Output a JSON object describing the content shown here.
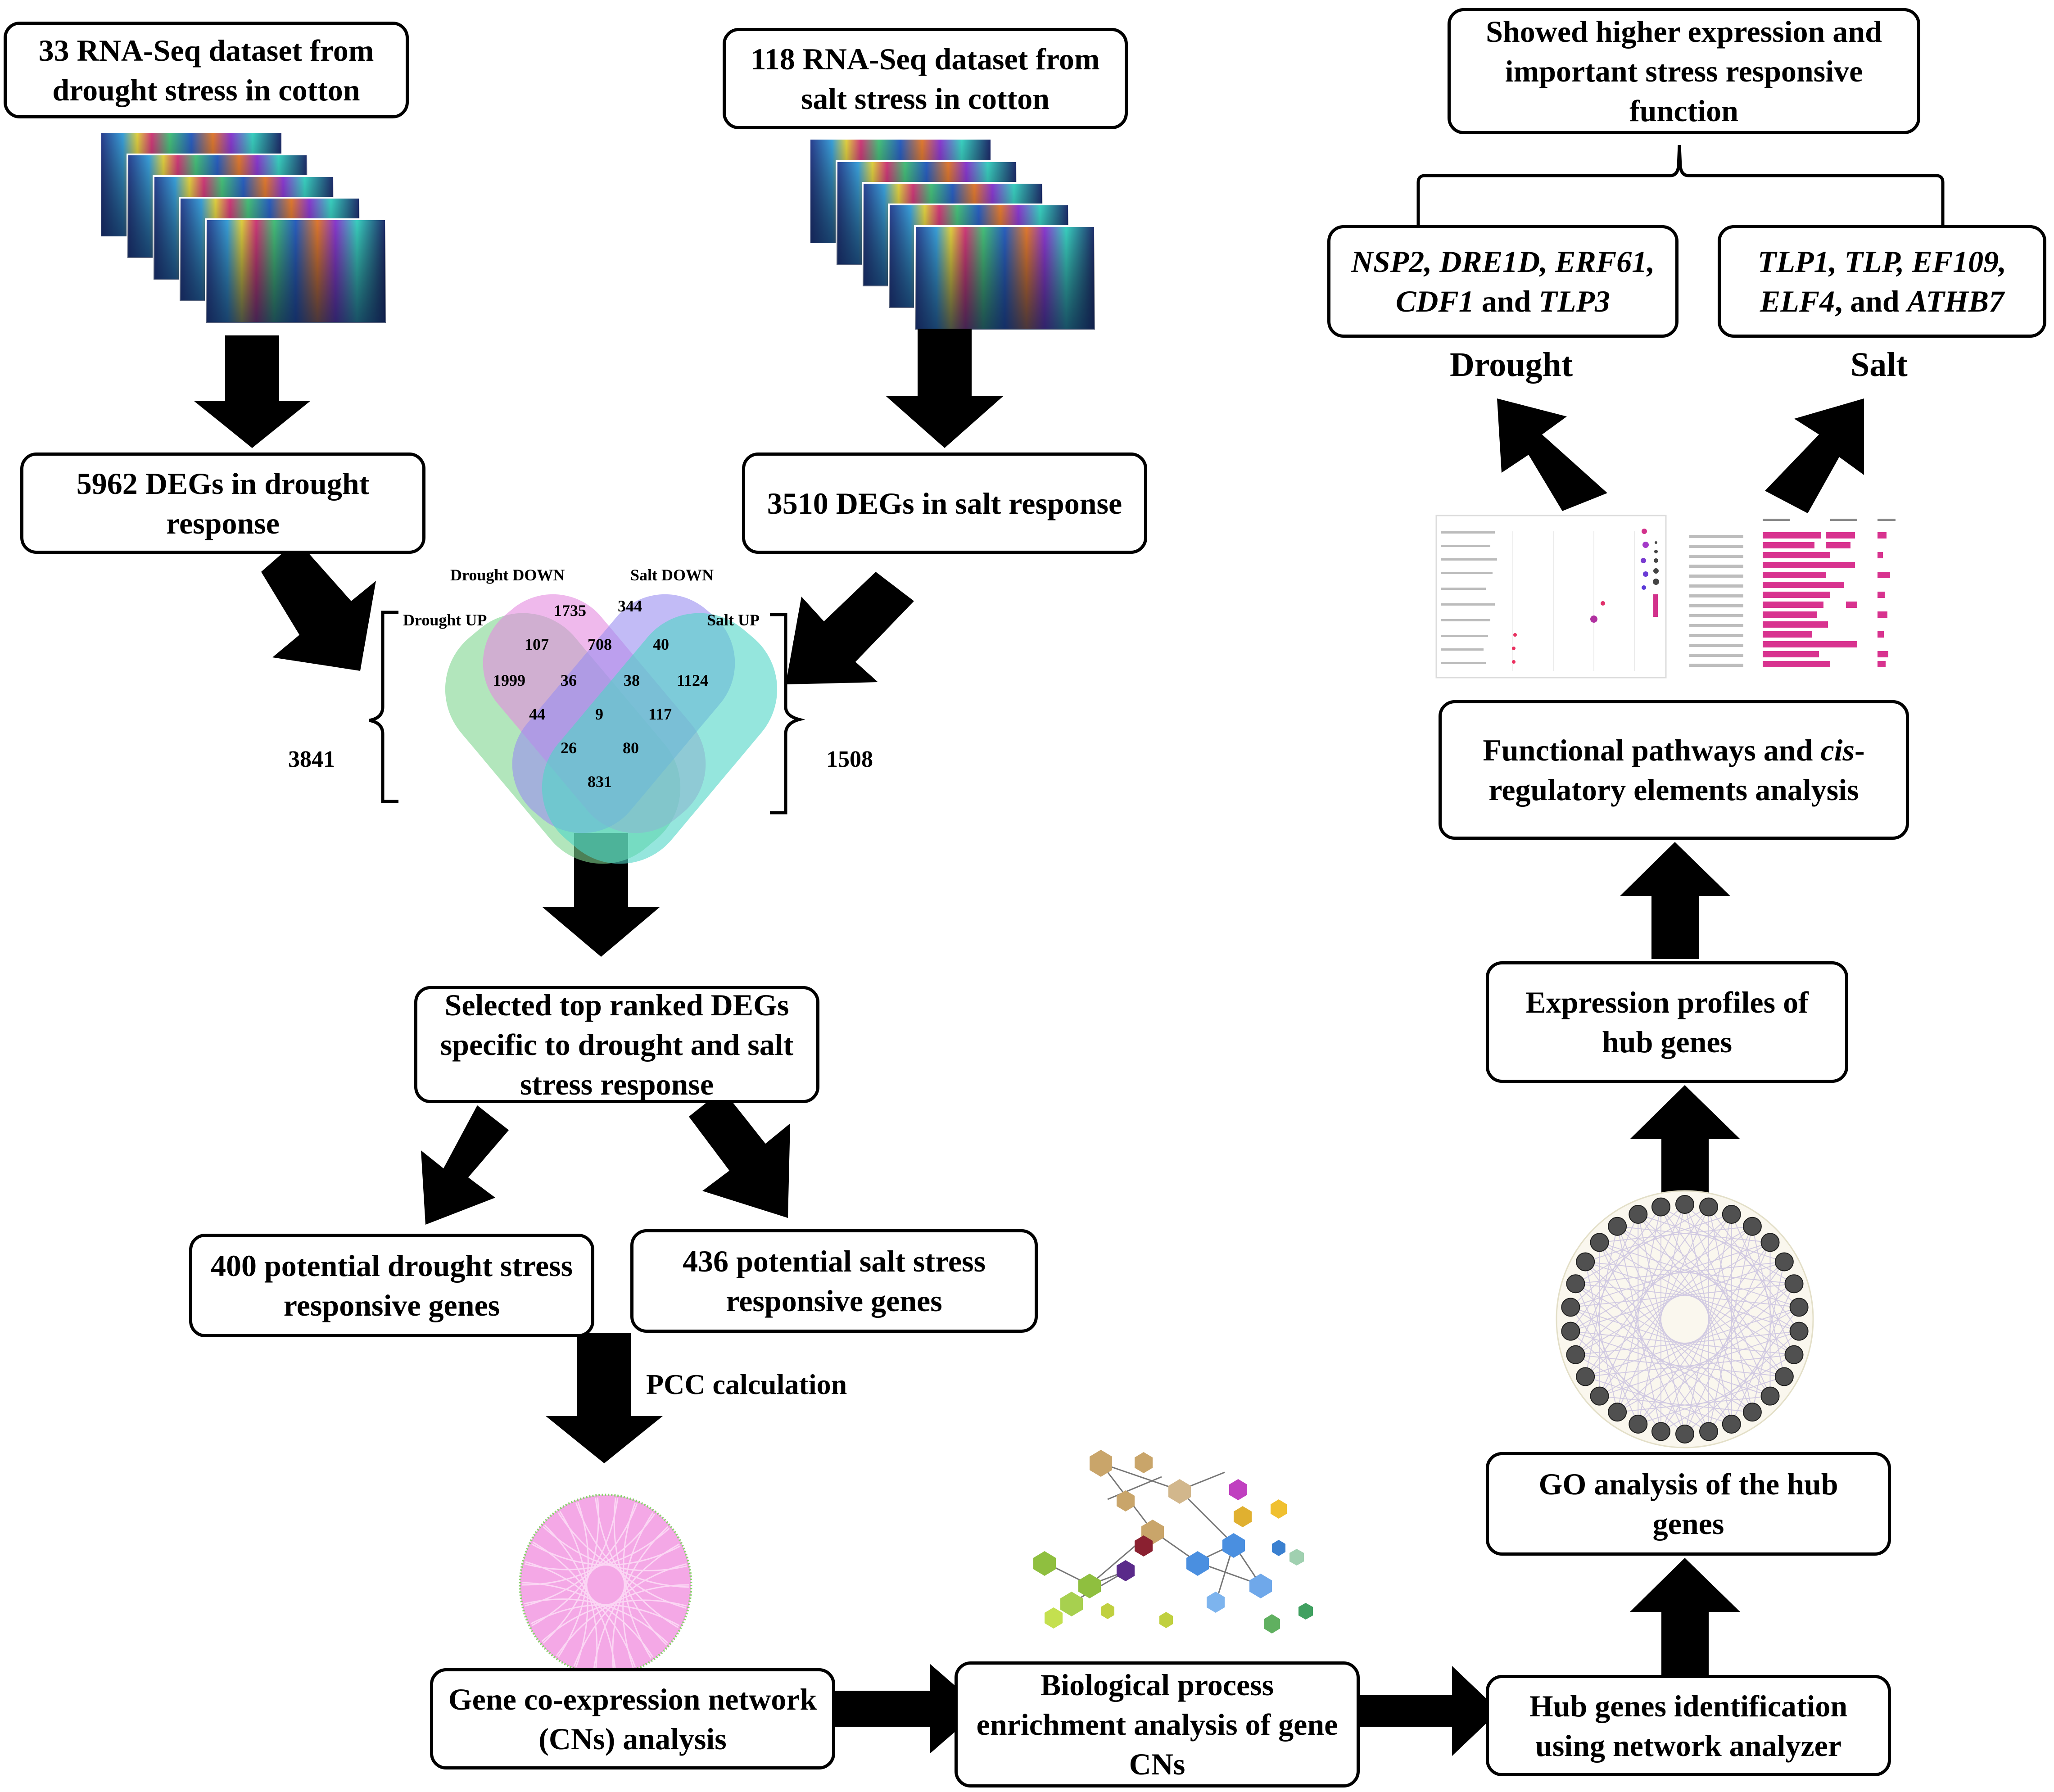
{
  "boxes": {
    "drought_dataset": "33 RNA-Seq dataset from drought stress in cotton",
    "salt_dataset": "118 RNA-Seq dataset from salt stress in cotton",
    "drought_degs": "5962 DEGs in drought response",
    "salt_degs": "3510 DEGs in salt response",
    "selected_degs": "Selected top ranked DEGs specific to drought and salt stress response",
    "drought_genes": "400 potential drought stress responsive genes",
    "salt_genes": "436 potential salt stress responsive genes",
    "coexpression": "Gene co-expression network (CNs) analysis",
    "bio_process": "Biological process enrichment analysis of gene CNs",
    "hub_identification": "Hub genes identification using network analyzer",
    "go_analysis": "GO analysis of the hub genes",
    "expression_profiles": "Expression profiles of hub genes",
    "functional_pathways_a": "Functional pathways  and ",
    "functional_pathways_cis": "cis",
    "functional_pathways_b": "-regulatory elements analysis",
    "showed_higher": "Showed higher expression and important  stress responsive function"
  },
  "drought_genes_box": {
    "l1": "NSP2, DRE1D, ERF61,",
    "l2a": "CDF1",
    "l2b": " and ",
    "l2c": "TLP3"
  },
  "salt_genes_box": {
    "l1": "TLP1, TLP, EF109,",
    "l2a": "ELF4",
    "l2b": ", and ",
    "l2c": "ATHB7"
  },
  "labels": {
    "drought": "Drought",
    "salt": "Salt",
    "pcc": "PCC calculation",
    "bracket_left_total": "3841",
    "bracket_right_total": "1508"
  },
  "venn": {
    "set_labels": {
      "drought_down": "Drought DOWN",
      "salt_down": "Salt DOWN",
      "drought_up": "Drought UP",
      "salt_up": "Salt UP"
    },
    "counts": {
      "c1735": "1735",
      "c344": "344",
      "c107": "107",
      "c708": "708",
      "c40": "40",
      "c1999": "1999",
      "c36": "36",
      "c38": "38",
      "c1124": "1124",
      "c44": "44",
      "c9": "9",
      "c117": "117",
      "c26": "26",
      "c80": "80",
      "c831": "831"
    },
    "colors": {
      "drought_up": "#7fd58f",
      "drought_down": "#e58be0",
      "salt_down": "#9a8ef0",
      "salt_up": "#4fd6c7"
    }
  },
  "colors": {
    "arrow": "#000000",
    "box_border": "#000000",
    "bar": "#d8338f",
    "network_edge": "#f4a8e6"
  }
}
